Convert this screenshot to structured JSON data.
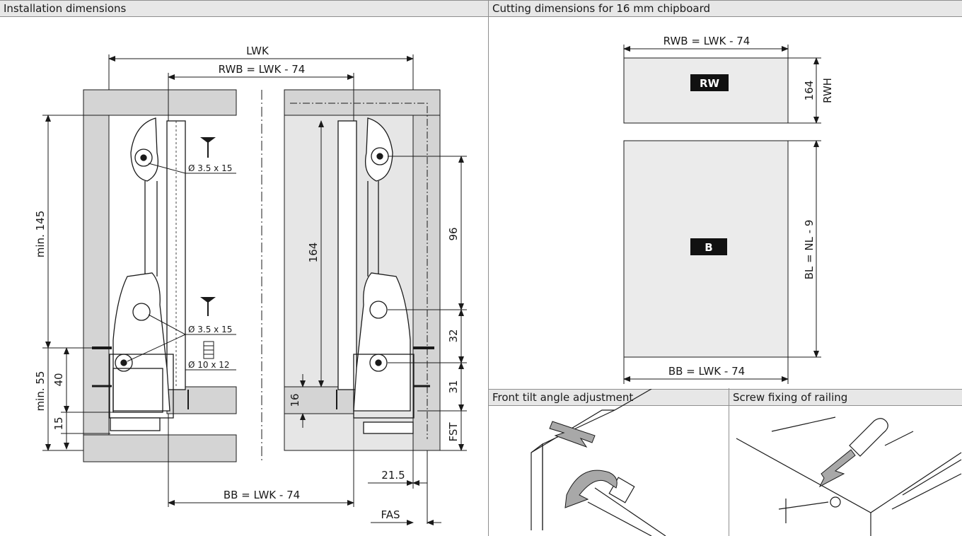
{
  "panels": {
    "installation": {
      "title": "Installation dimensions"
    },
    "cutting": {
      "title": "Cutting dimensions for 16 mm chipboard"
    },
    "tilt": {
      "title": "Front tilt angle adjustment"
    },
    "railing": {
      "title": "Screw fixing of railing"
    }
  },
  "installation_dims": {
    "lwk": "LWK",
    "rwb": "RWB = LWK - 74",
    "bb": "BB = LWK - 74",
    "min145": "min. 145",
    "min55": "min. 55",
    "d40": "40",
    "d15": "15",
    "d164": "164",
    "d96": "96",
    "d32": "32",
    "d31": "31",
    "d16": "16",
    "d21_5": "21.5",
    "fst": "FST",
    "fas": "FAS",
    "screw_top": "Ø 3.5 x 15",
    "screw_mid": "Ø 3.5 x 15",
    "dowel": "Ø 10 x 12"
  },
  "cutting_dims": {
    "rwb": "RWB = LWK - 74",
    "rw": "RW",
    "h164": "164",
    "rwh": "RWH",
    "b": "B",
    "bl": "BL = NL - 9",
    "bb": "BB = LWK - 74"
  },
  "colors": {
    "panel_fill": "#d4d4d4",
    "line": "#1a1a1a",
    "header": "#e7e7e7",
    "board": "#ebebeb"
  }
}
